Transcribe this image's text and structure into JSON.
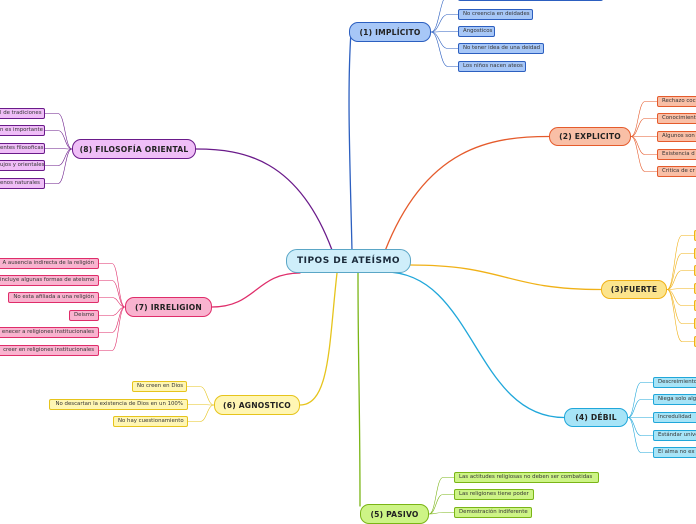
{
  "central": {
    "label": "TIPOS DE ATEÍSMO"
  },
  "branches": [
    {
      "id": "implicito",
      "label": "(1) IMPLÍCITO",
      "color": "#2c5fc0",
      "fill": "#a7c7f7",
      "items": [
        "",
        "No creencia en deidades",
        "Angosticos",
        "No tener idea de una deidad",
        "Los niños nacen ateos"
      ]
    },
    {
      "id": "explicito",
      "label": "(2) EXPLICITO",
      "color": "#e55b2c",
      "fill": "#f9bfa6",
      "items": [
        "Rechazo coc",
        "Conocimient",
        "Algunos son",
        "Existencia d",
        "Critica de cr"
      ]
    },
    {
      "id": "fuerte",
      "label": "(3)FUERTE",
      "color": "#f0b117",
      "fill": "#fce48d",
      "items": [
        "",
        "",
        "",
        "",
        "",
        "",
        ""
      ]
    },
    {
      "id": "debil",
      "label": "(4) DÉBIL",
      "color": "#20a7da",
      "fill": "#a7e4f7",
      "items": [
        "Descreimiento",
        "Niega solo alg",
        "Incredulidad",
        "Estándar unive",
        "El alma no ex"
      ]
    },
    {
      "id": "pasivo",
      "label": "(5) PASIVO",
      "color": "#7ab516",
      "fill": "#cdf486",
      "items": [
        "Las actitudes religiosas no deben ser combatidas",
        "Las religiones tiene poder",
        "Demostración indiferente"
      ]
    },
    {
      "id": "agnostico",
      "label": "(6) AGNOSTICO",
      "color": "#e6c41c",
      "fill": "#fff6b3",
      "items": [
        "No creen en Dios",
        "No descartan la existencia de Dios en un 100%",
        "No hay cuestionamiento"
      ]
    },
    {
      "id": "irreligion",
      "label": "(7) IRRELIGION",
      "color": "#df2d6a",
      "fill": "#f9b3cf",
      "items": [
        "A ausencia indirecta de la religión",
        "incluye algunas formas de ateismo",
        "No esta afiliada a una religión",
        "Deismo",
        "enecer a religiones institucionales",
        "creer en religiones institucionales"
      ]
    },
    {
      "id": "oriental",
      "label": "(8) FILOSOFÍA ORIENTAL",
      "color": "#6a1a8a",
      "fill": "#efbef7",
      "items": [
        "l de tradiciones",
        "n es importante",
        "entes filosoficas",
        "ujos y orientales",
        "enos naturales"
      ]
    }
  ]
}
